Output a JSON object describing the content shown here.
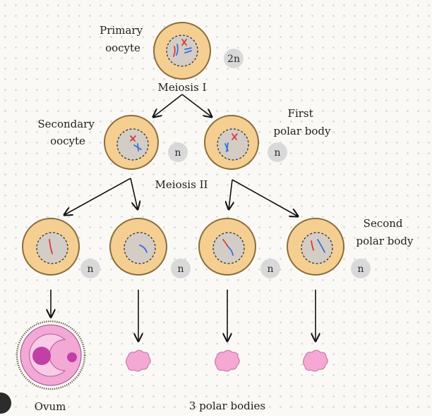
{
  "labels": {
    "primary_oocyte": [
      "Primary",
      "oocyte"
    ],
    "secondary_oocyte": [
      "Secondary",
      "oocyte"
    ],
    "first_polar_body": [
      "First",
      "polar body"
    ],
    "second_polar_body": [
      "Second",
      "polar body"
    ],
    "meiosis_1": "Meiosis I",
    "meiosis_2": "Meiosis II",
    "ovum": "Ovum",
    "polar_bodies": "3 polar bodies"
  },
  "ploidy": {
    "primary": "2n",
    "secondary_oocyte": "n",
    "first_polar_body": "n",
    "stage3": [
      "n",
      "n",
      "n",
      "n"
    ]
  },
  "colors": {
    "cell_fill": "#f5cf92",
    "cell_stroke": "#8a6d3b",
    "nucleus_fill": "#d3cdc6",
    "chromosome_red": "#d73a3a",
    "chromosome_blue": "#3a6fd7",
    "ploidy_badge": "#d9d9d9",
    "ovum_pink": "#f3a9d6",
    "ovum_nucleus": "#c23fa6",
    "polar_body_pink": "#f4a8d3"
  }
}
